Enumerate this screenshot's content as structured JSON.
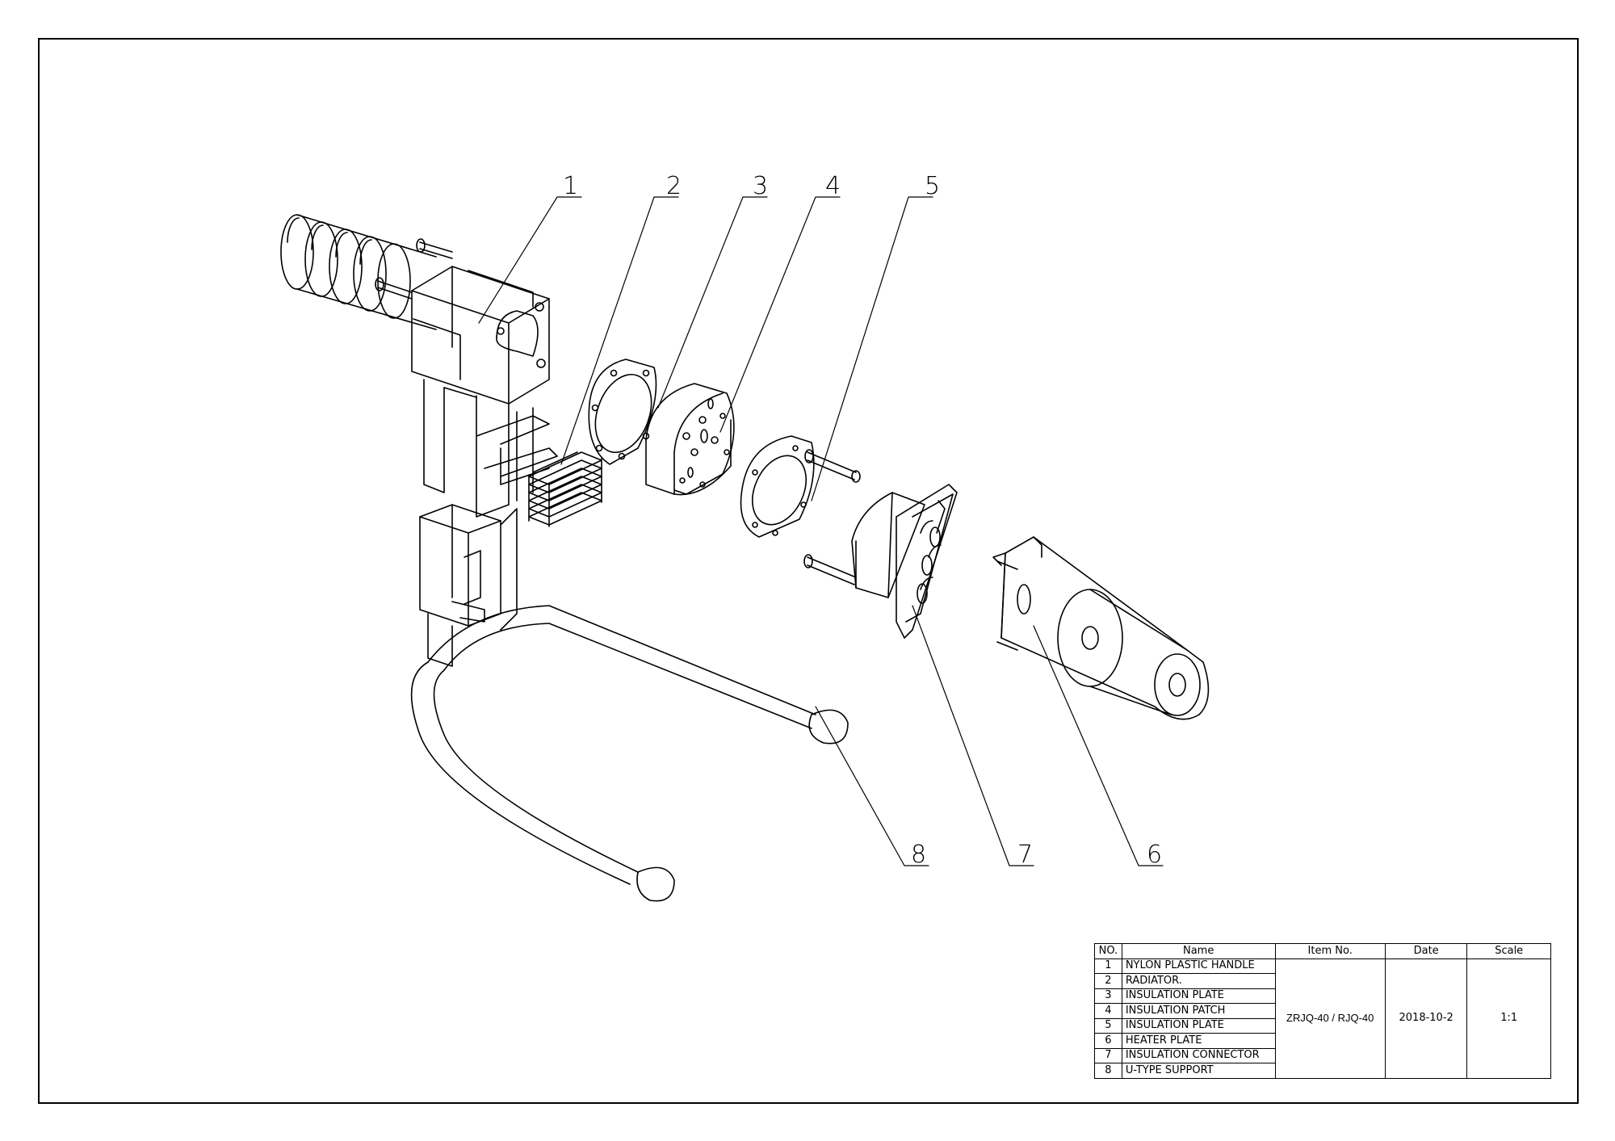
{
  "callouts": [
    {
      "number": "1"
    },
    {
      "number": "2"
    },
    {
      "number": "3"
    },
    {
      "number": "4"
    },
    {
      "number": "5"
    },
    {
      "number": "6"
    },
    {
      "number": "7"
    },
    {
      "number": "8"
    }
  ],
  "bom": {
    "headers": {
      "no": "NO.",
      "name": "Name",
      "item_no": "Item No.",
      "date": "Date",
      "scale": "Scale"
    },
    "rows": [
      {
        "no": "1",
        "name": "NYLON PLASTIC HANDLE"
      },
      {
        "no": "2",
        "name": "RADIATOR."
      },
      {
        "no": "3",
        "name": "INSULATION PLATE"
      },
      {
        "no": "4",
        "name": "INSULATION PATCH"
      },
      {
        "no": "5",
        "name": "INSULATION PLATE"
      },
      {
        "no": "6",
        "name": "HEATER PLATE"
      },
      {
        "no": "7",
        "name": "INSULATION CONNECTOR"
      },
      {
        "no": "8",
        "name": "U-TYPE SUPPORT"
      }
    ],
    "item_no": "ZRJQ-40 / RJQ-40",
    "date": "2018-10-2",
    "scale": "1:1"
  }
}
